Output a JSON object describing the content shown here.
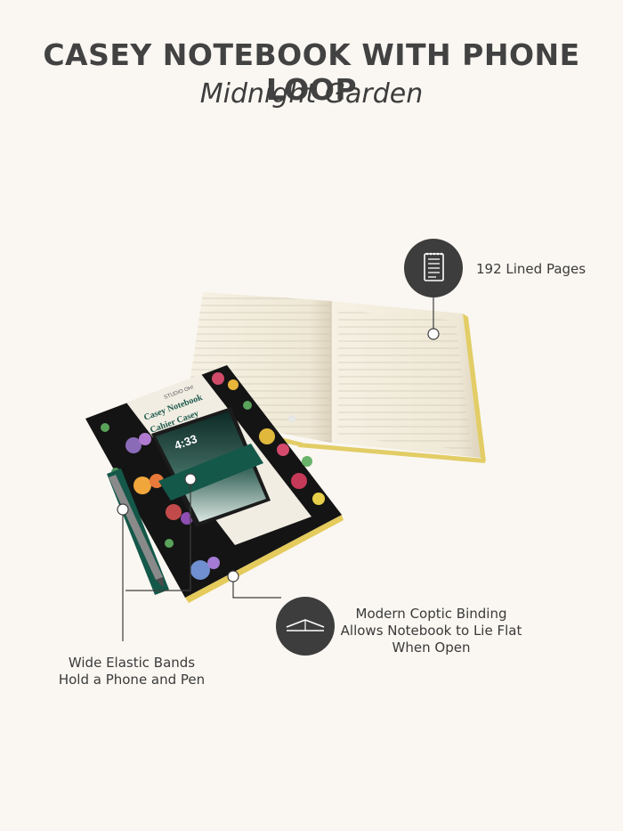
{
  "header": {
    "title": "CASEY NOTEBOOK WITH PHONE LOOP",
    "subtitle": "Midnight Garden"
  },
  "product": {
    "brand": "STUDIO OH!",
    "cover_title_1": "Casey Notebook",
    "cover_title_2": "Cahier Casey",
    "phone_time": "4:33"
  },
  "callouts": {
    "pages": {
      "text": "192 Lined Pages",
      "icon": "lined-notepad-icon"
    },
    "binding": {
      "line1": "Modern Coptic Binding",
      "line2": "Allows Notebook to Lie Flat",
      "line3": "When Open",
      "icon": "flat-open-book-icon"
    },
    "bands": {
      "line1": "Wide Elastic Bands",
      "line2": "Hold a Phone and Pen"
    }
  },
  "colors": {
    "background": "#faf7f2",
    "icon_circle": "#3d3d3d",
    "band_green": "#14584a",
    "cover_black": "#141414",
    "page_cream": "#f4efe2",
    "gilded_edge": "#e3cc62"
  }
}
